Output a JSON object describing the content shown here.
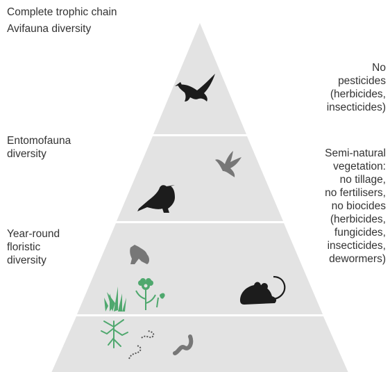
{
  "left_labels": {
    "top_line1": "Complete trophic chain",
    "top_line2": "Avifauna diversity",
    "middle": "Entomofauna\ndiversity",
    "lower": "Year-round\nfloristic\ndiversity"
  },
  "right_labels": {
    "top": "No\npesticides\n(herbicides,\ninsecticides)",
    "lower": "Semi-natural\nvegetation:\nno tillage,\nno fertilisers,\nno biocides\n(herbicides,\nfungicides,\ninsecticides,\ndewormers)"
  },
  "pyramid_tiers": [
    {
      "name": "avifauna-tier",
      "icons": [
        "bird-of-prey-icon"
      ]
    },
    {
      "name": "entomofauna-tier",
      "icons": [
        "swallow-icon",
        "songbird-icon"
      ]
    },
    {
      "name": "floristic-tier",
      "icons": [
        "butterfly-icon",
        "grass-icon",
        "flowers-icon",
        "mouse-icon"
      ]
    },
    {
      "name": "soil-tier",
      "icons": [
        "roots-icon",
        "soil-organisms-icon",
        "earthworm-icon"
      ]
    }
  ],
  "colors": {
    "pyramid_fill": "#e3e3e3",
    "tier_divider": "#ffffff",
    "animal_silhouette": "#1c1c1c",
    "plant_green": "#4fa86e",
    "small_icon_gray": "#777777",
    "text": "#333333"
  }
}
